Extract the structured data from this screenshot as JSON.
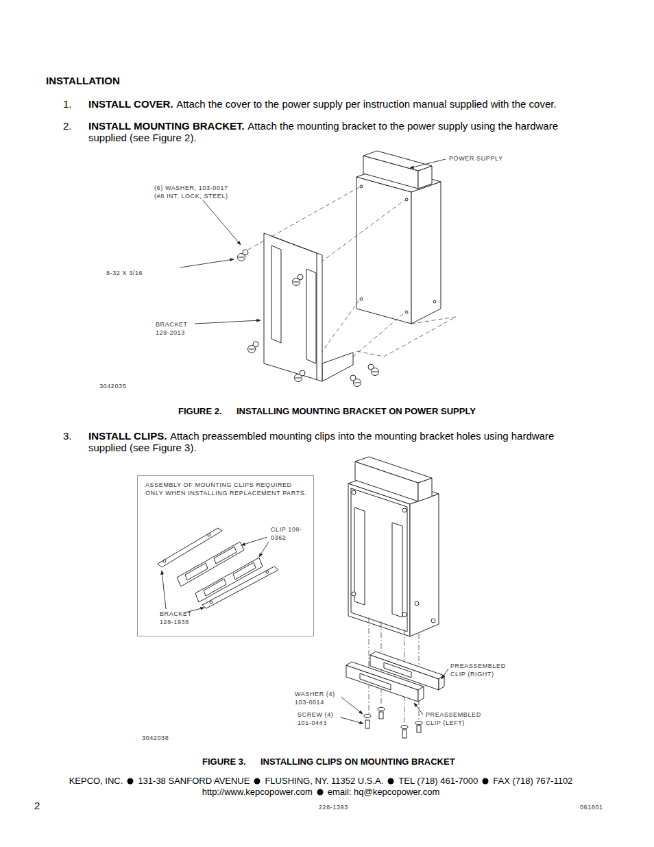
{
  "diagram": {
    "title": "INSTALLATION",
    "nodes": [
      {
        "text": [
          "ASSEMBLY OF MOUNTING CLIPS REQUIRED ONLY WHEN INSTALLING REPLACEMENT PARTS.",
          "CLIP 108-0362",
          "BRACKET 128-1938"
        ]
      }
    ],
    "labels": [
      "1.",
      "INSTALL COVER.",
      "Attach the cover to the power supply per instruction manual supplied with the cover.",
      "2.",
      "INSTALL MOUNTING BRACKET.",
      "Attach the mounting bracket to the power supply using the hardware supplied (see Figure 2).",
      "POWER SUPPLY",
      "(6) WASHER, 103-0017",
      "(#8 INT. LOCK, STEEL)",
      "8-32 X 3/16",
      "BRACKET",
      "128-2013",
      "3042035",
      "FIGURE 2.",
      "INSTALLING MOUNTING BRACKET ON POWER SUPPLY",
      "3.",
      "INSTALL CLIPS.",
      "Attach preassembled mounting clips into the mounting bracket holes using hardware supplied (see Figure 3).",
      "PREASSEMBLED CLIP (RIGHT)",
      "WASHER (4) 103-0014",
      "SCREW (4) 101-0443",
      "PREASSEMBLED CLIP (LEFT)",
      "3042038",
      "FIGURE 3.",
      "INSTALLING CLIPS ON MOUNTING BRACKET",
      "KEPCO, INC.",
      "131-38 SANFORD AVENUE",
      "FLUSHING, NY. 11352 U.S.A.",
      "TEL (718) 461-7000",
      "FAX (718) 767-1102",
      "http://www.kepcopower.com",
      "email: hq@kepcopower.com",
      "2",
      "228-1393",
      "061801"
    ]
  }
}
